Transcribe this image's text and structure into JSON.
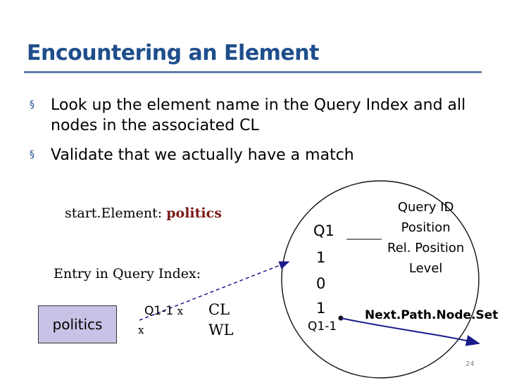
{
  "slide": {
    "title": "Encountering an Element",
    "bullets": [
      "Look up the element name in the Query Index and all nodes in the associated CL",
      "Validate that we actually have a match"
    ],
    "bullet_marker": "§",
    "page_number": "24"
  },
  "diagram": {
    "start_label": "start.Element:",
    "start_element": "politics",
    "entry_label": "Entry in Query Index:",
    "index_key": "politics",
    "query_label": "Q1-1",
    "query_x1": "x",
    "query_x2": "x",
    "cl_label": "CL",
    "wl_label": "WL",
    "node_values": [
      "Q1",
      "1",
      "0",
      "1",
      "Q1-1"
    ],
    "node_fields": [
      "Query ID",
      "Position",
      "Rel. Position",
      "Level"
    ],
    "next_label": "Next.Path.Node.Set"
  }
}
